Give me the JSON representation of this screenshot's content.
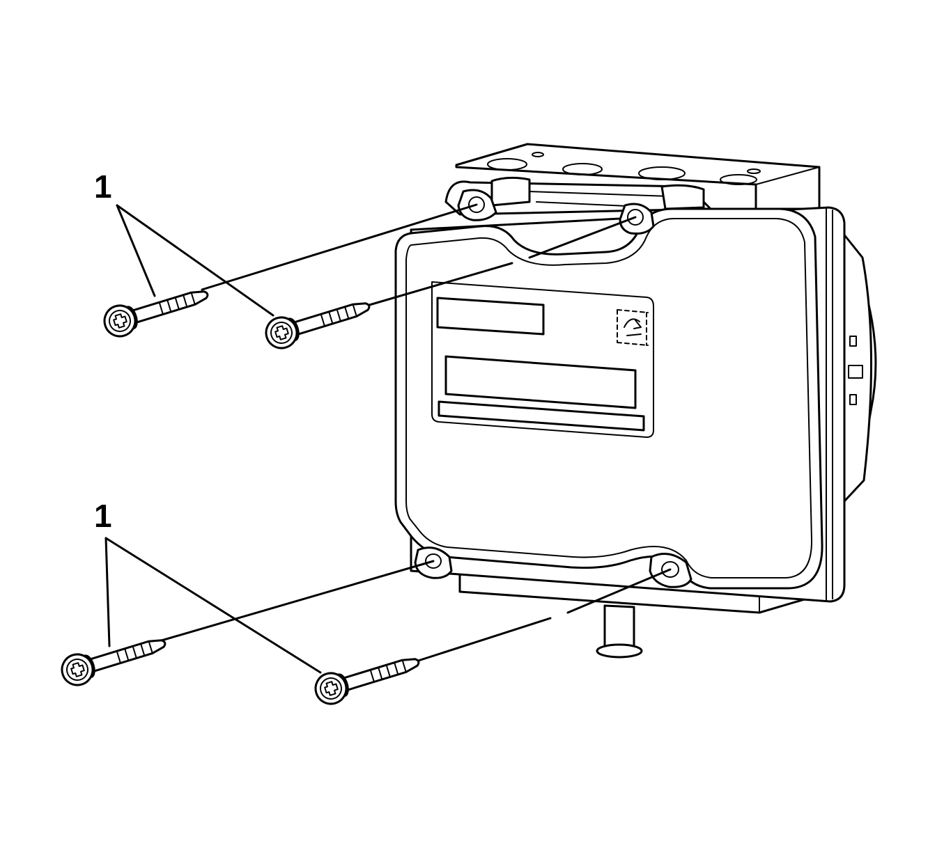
{
  "callouts": [
    {
      "id": "upper-group",
      "label": "1"
    },
    {
      "id": "lower-group",
      "label": "1"
    }
  ],
  "colors": {
    "line": "#000000",
    "background": "#ffffff"
  }
}
